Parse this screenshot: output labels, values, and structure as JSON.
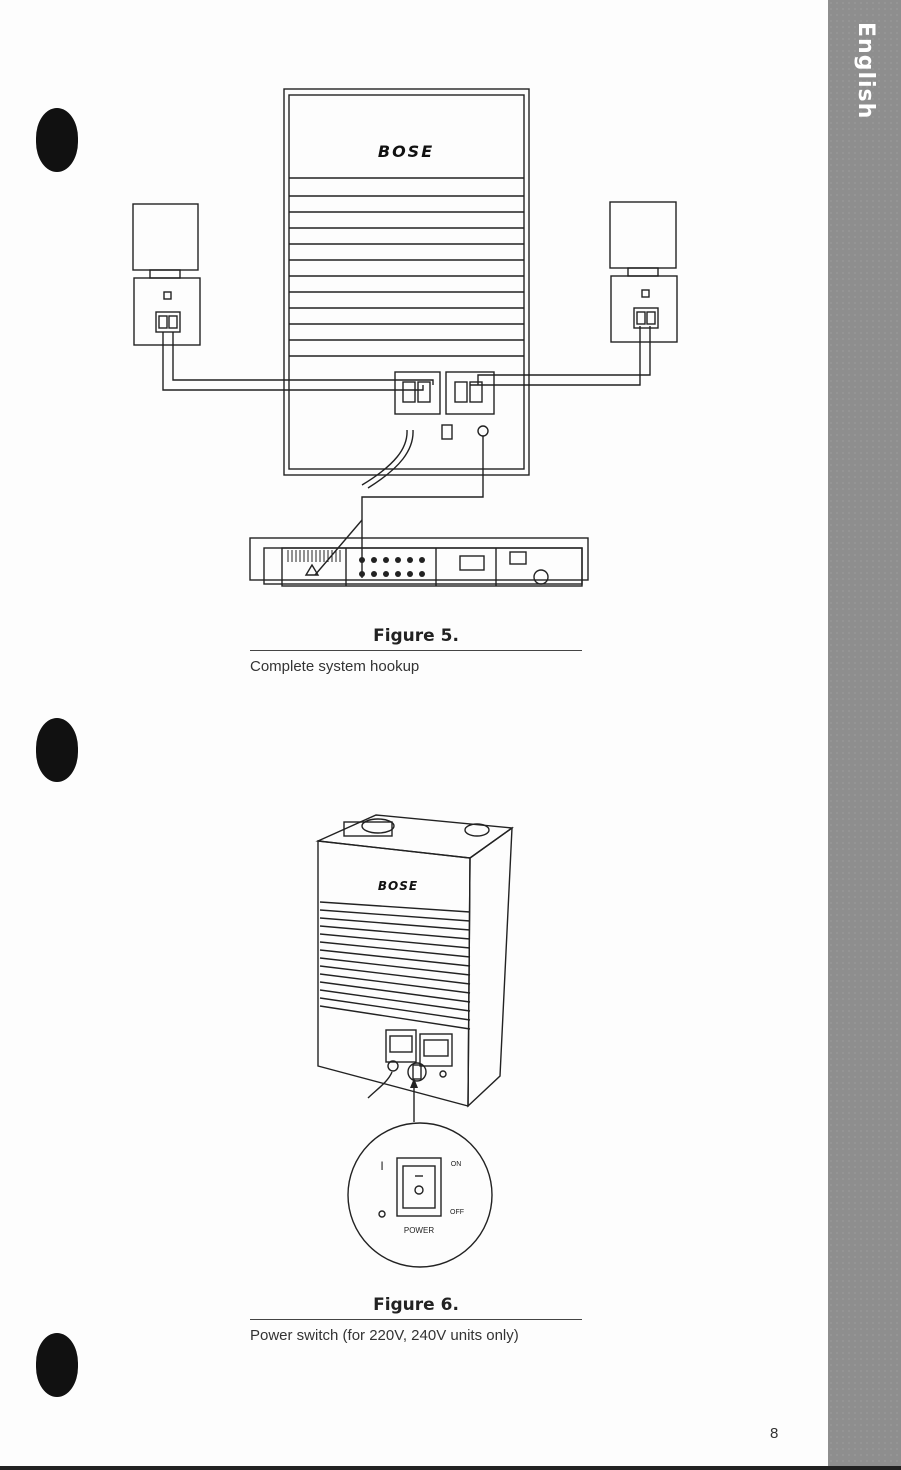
{
  "sidebar": {
    "language": "English"
  },
  "figure5": {
    "title": "Figure 5.",
    "caption": "Complete system hookup",
    "brand": "BOSE"
  },
  "figure6": {
    "title": "Figure 6.",
    "caption": "Power switch (for 220V, 240V units only)",
    "brand": "BOSE",
    "switch_on_symbol": "I",
    "switch_off_symbol": "O",
    "on_label": "ON",
    "off_label": "OFF",
    "power_label": "POWER"
  },
  "page_number": "8"
}
